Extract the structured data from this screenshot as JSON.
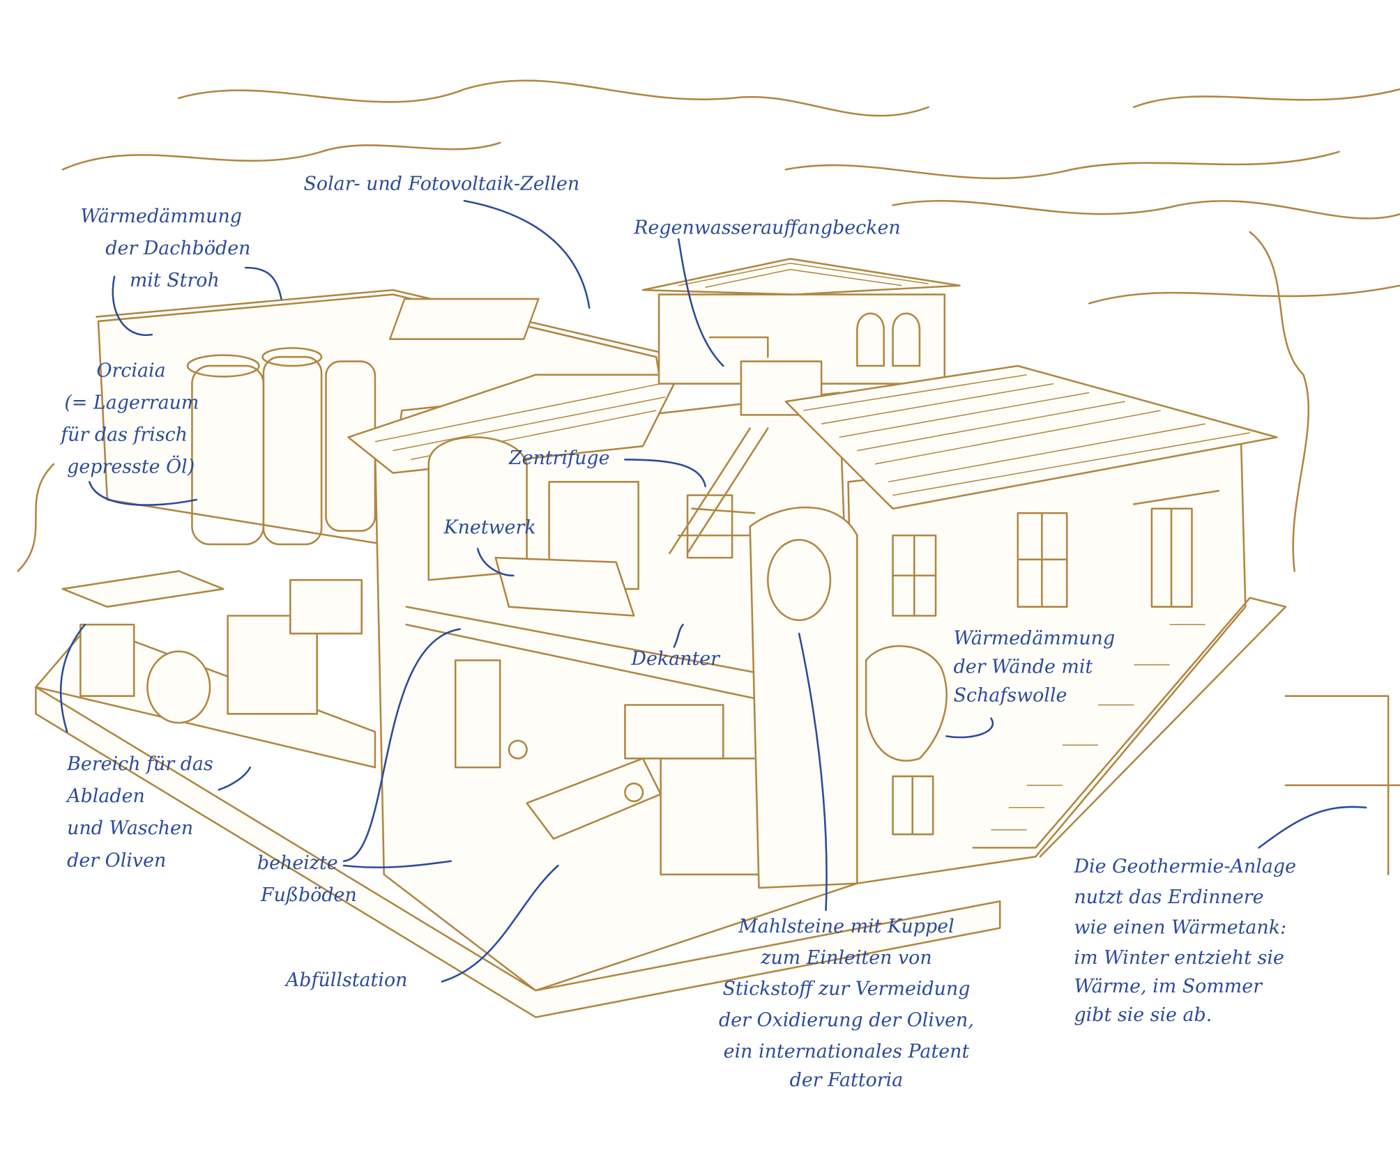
{
  "colors": {
    "sketch": "#b08640",
    "annotation": "#2b4a9a",
    "background": "#ffffff"
  },
  "labels": {
    "solar": "Solar- und Fotovoltaik-Zellen",
    "roof_insulation": [
      "Wärmedämmung",
      "der Dachböden",
      "mit Stroh"
    ],
    "rainwater": "Regenwasserauffangbecken",
    "orciaia": [
      "Orciaia",
      "(= Lagerraum",
      "für das frisch",
      "gepresste Öl)"
    ],
    "centrifuge": "Zentrifuge",
    "kneader": "Knetwerk",
    "decanter": "Dekanter",
    "wall_insulation": [
      "Wärmedämmung",
      "der Wände mit",
      "Schafswolle"
    ],
    "unloading": [
      "Bereich für das",
      "Abladen",
      "und Waschen",
      "der Oliven"
    ],
    "heated_floors": [
      "beheizte",
      "Fußböden"
    ],
    "bottling": "Abfüllstation",
    "millstones": [
      "Mahlsteine mit Kuppel",
      "zum Einleiten von",
      "Stickstoff zur Vermeidung",
      "der Oxidierung der Oliven,",
      "ein internationales Patent",
      "der Fattoria"
    ],
    "geothermal": [
      "Die Geothermie-Anlage",
      "nutzt das Erdinnere",
      "wie einen Wärmetank:",
      "im Winter entzieht sie",
      "Wärme, im Sommer",
      "gibt sie sie ab."
    ]
  }
}
